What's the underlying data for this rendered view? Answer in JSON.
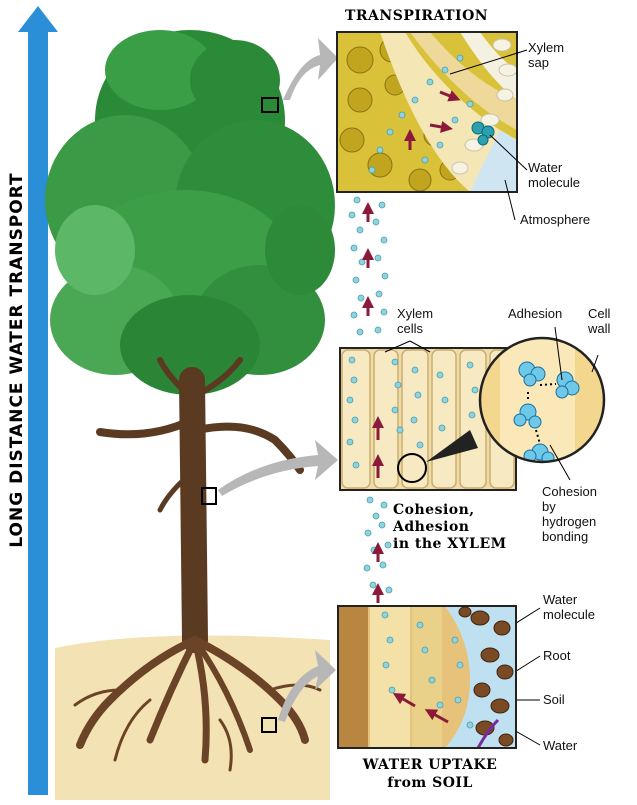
{
  "side_title": "LONG DISTANCE WATER TRANSPORT",
  "panel_top": {
    "heading": "TRANSPIRATION",
    "labels": [
      "Xylem\nsap",
      "Water\nmolecule",
      "Atmosphere"
    ]
  },
  "panel_middle": {
    "labels": [
      "Xylem\ncells",
      "Adhesion",
      "Cell\nwall",
      "Cohesion\nby\nhydrogen\nbonding"
    ],
    "caption": "Cohesion,\nAdhesion\nin the XYLEM"
  },
  "panel_bottom": {
    "labels": [
      "Water\nmolecule",
      "Root",
      "Soil",
      "Water"
    ],
    "caption": "WATER UPTAKE\nfrom SOIL"
  },
  "colors": {
    "arrow_blue": "#2a8fd6",
    "foliage": "#2f8f3a",
    "trunk": "#5b3a22",
    "soil": "#f3e2b4",
    "xylem_yellow": "#d9c23a",
    "cell_tan": "#f0dca8",
    "water_dot": "#8fd3de",
    "flow_arrow": "#8b1a3a"
  }
}
